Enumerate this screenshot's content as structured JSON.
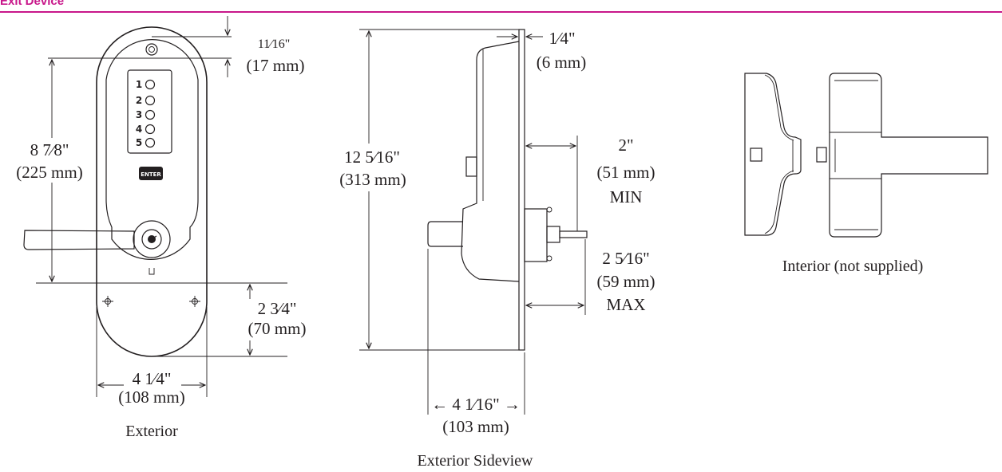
{
  "header": {
    "title": "Exit Device",
    "accent_color": "#c8178a"
  },
  "exterior": {
    "caption": "Exterior",
    "keypad_keys": [
      "1",
      "2",
      "3",
      "4",
      "5"
    ],
    "enter_label": "ENTER",
    "dim_top": {
      "fraction": "11⁄16\"",
      "mm": "(17 mm)"
    },
    "dim_height": {
      "inch": "8 7⁄8\"",
      "mm": "(225 mm)"
    },
    "dim_bottom": {
      "inch": "2 3⁄4\"",
      "mm": "(70 mm)"
    },
    "dim_width": {
      "inch": "4 1⁄4\"",
      "mm": "(108 mm)"
    }
  },
  "sideview": {
    "caption": "Exterior Sideview",
    "dim_total": {
      "inch": "12 5⁄16\"",
      "mm": "(313 mm)"
    },
    "dim_plate": {
      "inch": "1⁄4\"",
      "mm": "(6 mm)"
    },
    "dim_min": {
      "inch": "2\"",
      "mm": "(51 mm)",
      "note": "MIN"
    },
    "dim_max": {
      "inch": "2 5⁄16\"",
      "mm": "(59 mm)",
      "note": "MAX"
    },
    "dim_projection": {
      "inch": "← 4 1⁄16\" →",
      "mm": "(103 mm)"
    }
  },
  "interior": {
    "caption": "Interior (not supplied)"
  }
}
